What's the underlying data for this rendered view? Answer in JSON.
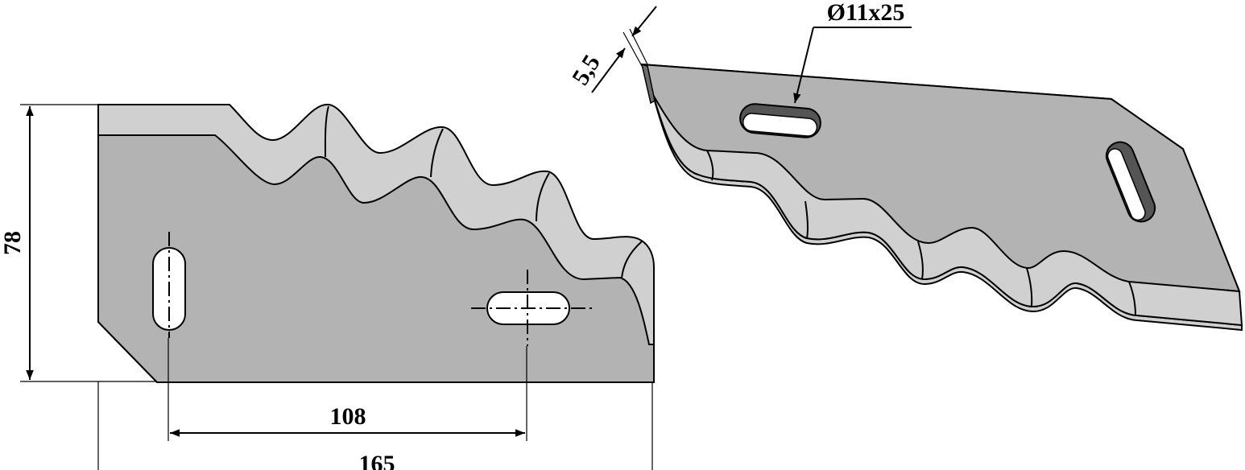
{
  "dimensions": {
    "height": "78",
    "hole_spacing": "108",
    "length": "165",
    "thickness": "5,5",
    "slot_size": "Ø11x25"
  },
  "colors": {
    "face": "#b3b3b3",
    "bevel": "#d0d0d0",
    "slot_rim": "#555555",
    "edge": "#6e6e6e"
  }
}
